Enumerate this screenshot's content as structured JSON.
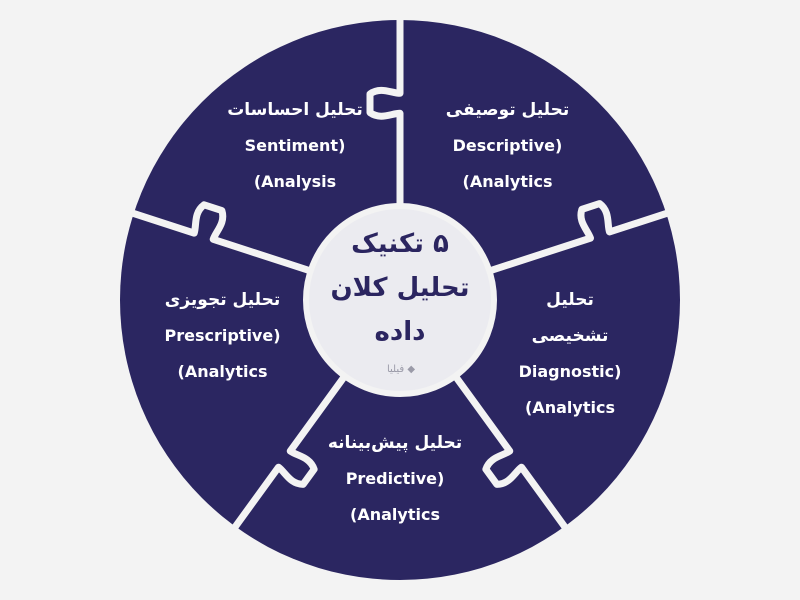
{
  "center": {
    "title_lines": [
      "۵ تکنیک",
      "تحلیل کلان",
      "داده"
    ]
  },
  "watermark": "فیلیا",
  "colors": {
    "segment": "#2b2661",
    "background": "#f3f3f3",
    "center_circle": "#ebebf0",
    "text": "#ffffff",
    "center_text": "#2b2560"
  },
  "segments": [
    {
      "name": "descriptive",
      "lines": [
        "تحلیل توصیفی",
        "Descriptive)",
        "(Analytics"
      ]
    },
    {
      "name": "diagnostic",
      "lines": [
        "تحلیل",
        "تشخیصی",
        "Diagnostic)",
        "(Analytics"
      ]
    },
    {
      "name": "predictive",
      "lines": [
        "تحلیل پیش‌بینانه",
        "Predictive)",
        "(Analytics"
      ]
    },
    {
      "name": "prescriptive",
      "lines": [
        "تحلیل تجویزی",
        "Prescriptive)",
        "(Analytics"
      ]
    },
    {
      "name": "sentiment",
      "lines": [
        "تحلیل احساسات",
        "Sentiment)",
        "(Analysis"
      ]
    }
  ]
}
